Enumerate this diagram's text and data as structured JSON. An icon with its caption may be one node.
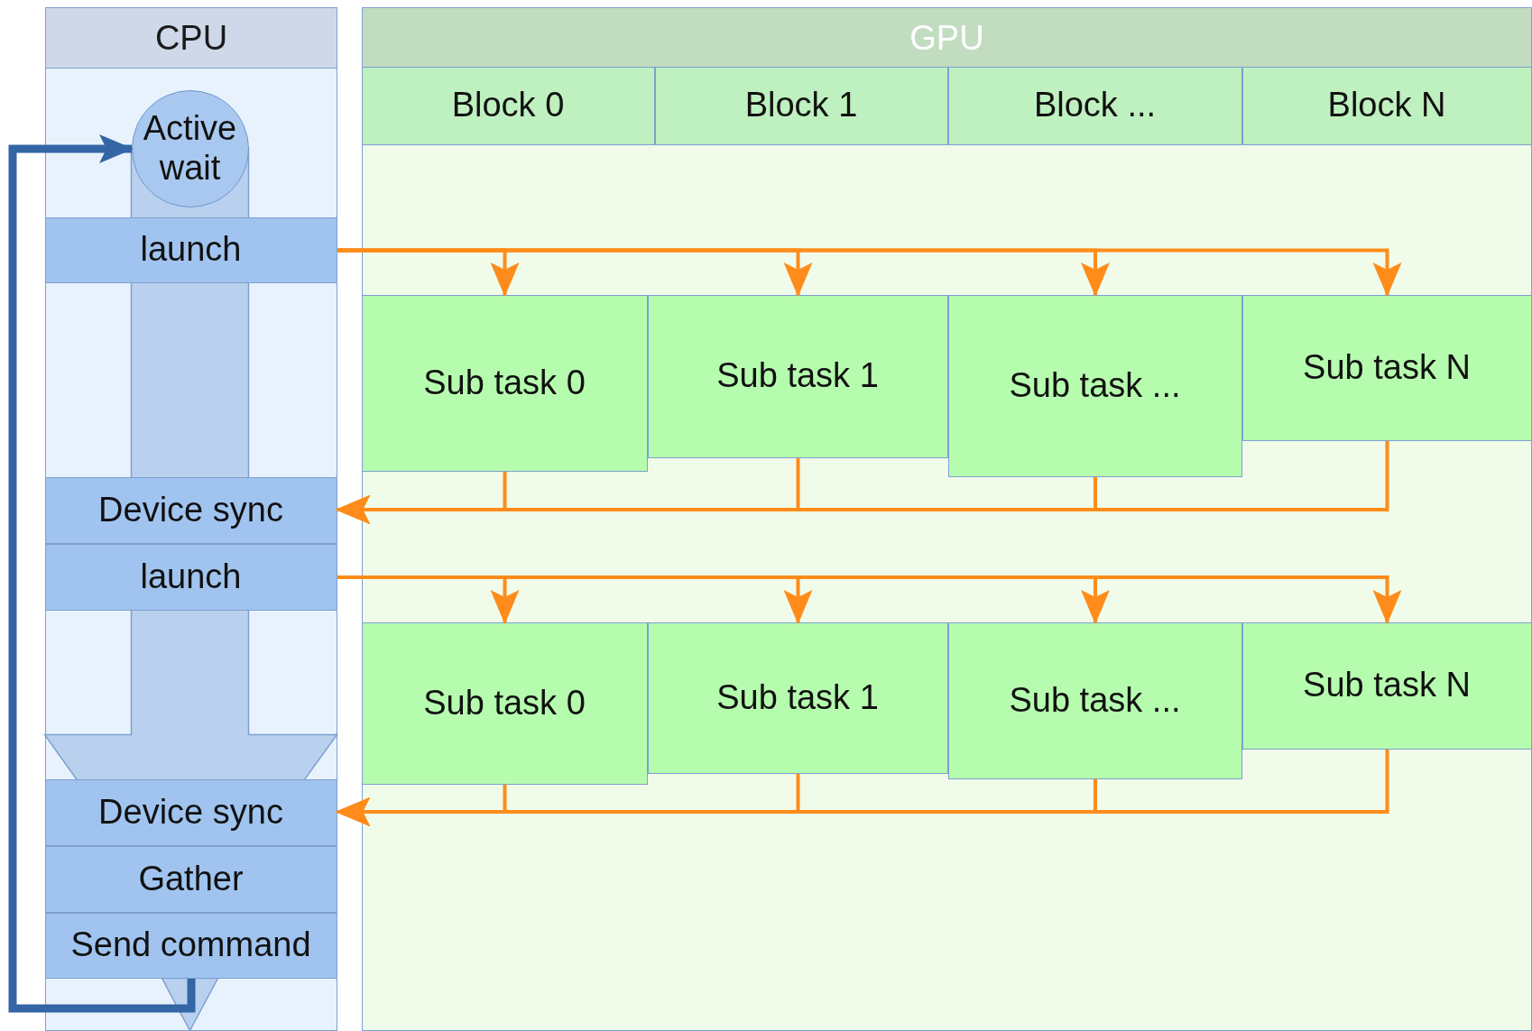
{
  "diagram": {
    "nodes": [
      {
        "text": [
          "CPU"
        ]
      },
      {
        "text": [
          "GPU"
        ]
      },
      {
        "text": [
          "Block 0"
        ],
        "in": 1
      },
      {
        "text": [
          "Block 1"
        ],
        "in": 1
      },
      {
        "text": [
          "Block ..."
        ],
        "in": 1
      },
      {
        "text": [
          "Block N"
        ],
        "in": 1
      },
      {
        "text": [
          "Active wait"
        ],
        "in": 0
      },
      {
        "text": [
          "launch"
        ],
        "in": 0
      },
      {
        "text": [
          "Sub task 0"
        ],
        "in": 1
      },
      {
        "text": [
          "Sub task 1"
        ],
        "in": 1
      },
      {
        "text": [
          "Sub task ..."
        ],
        "in": 1
      },
      {
        "text": [
          "Sub task N"
        ],
        "in": 1
      },
      {
        "text": [
          "Device sync"
        ],
        "in": 0
      },
      {
        "text": [
          "launch"
        ],
        "in": 0
      },
      {
        "text": [
          "Sub task 0"
        ],
        "in": 1
      },
      {
        "text": [
          "Sub task 1"
        ],
        "in": 1
      },
      {
        "text": [
          "Sub task ..."
        ],
        "in": 1
      },
      {
        "text": [
          "Sub task N"
        ],
        "in": 1
      },
      {
        "text": [
          "Device sync"
        ],
        "in": 0
      },
      {
        "text": [
          "Gather"
        ],
        "in": 0
      },
      {
        "text": [
          "Send command"
        ],
        "in": 0
      }
    ],
    "edges": [
      {
        "from": 7,
        "to": 8,
        "arrow": "to"
      },
      {
        "from": 7,
        "to": 9,
        "arrow": "to"
      },
      {
        "from": 7,
        "to": 10,
        "arrow": "to"
      },
      {
        "from": 7,
        "to": 11,
        "arrow": "to"
      },
      {
        "from": 8,
        "to": 12,
        "arrow": "to"
      },
      {
        "from": 9,
        "to": 12,
        "arrow": "to"
      },
      {
        "from": 10,
        "to": 12,
        "arrow": "to"
      },
      {
        "from": 11,
        "to": 12,
        "arrow": "to"
      },
      {
        "from": 13,
        "to": 14,
        "arrow": "to"
      },
      {
        "from": 13,
        "to": 15,
        "arrow": "to"
      },
      {
        "from": 13,
        "to": 16,
        "arrow": "to"
      },
      {
        "from": 13,
        "to": 17,
        "arrow": "to"
      },
      {
        "from": 14,
        "to": 18,
        "arrow": "to"
      },
      {
        "from": 15,
        "to": 18,
        "arrow": "to"
      },
      {
        "from": 16,
        "to": 18,
        "arrow": "to"
      },
      {
        "from": 17,
        "to": 18,
        "arrow": "to"
      },
      {
        "from": 20,
        "to": 6,
        "arrow": "to",
        "style": "thick",
        "color": "#3465a4"
      },
      {
        "from": 6,
        "to": 18,
        "arrow": "to",
        "style": "thick",
        "color": "#b9d1ee"
      }
    ]
  }
}
